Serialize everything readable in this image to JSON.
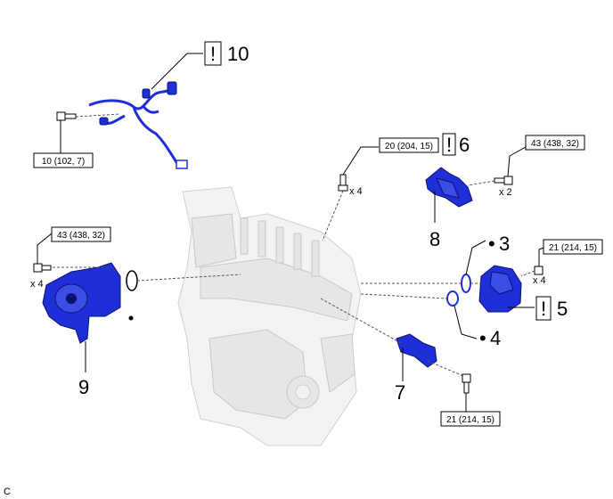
{
  "figure_code": "C",
  "callouts": [
    {
      "number": "10",
      "caution": "!"
    },
    {
      "number": "6",
      "caution": "!"
    },
    {
      "number": "8"
    },
    {
      "number": "3",
      "dot": "•"
    },
    {
      "number": "5",
      "caution": "!"
    },
    {
      "number": "4",
      "dot": "•"
    },
    {
      "number": "7"
    },
    {
      "number": "9"
    }
  ],
  "torque_labels": [
    "10 (102, 7)",
    "20 (204, 15)",
    "43 (438, 32)",
    "43 (438, 32)",
    "21 (214, 15)",
    "21 (214, 15)"
  ],
  "quantity_labels": [
    "x 4",
    "x 2",
    "x 4",
    "x 4"
  ],
  "colors": {
    "part_blue": "#1f2fd8",
    "engine_gray": "#f0f0f0"
  }
}
